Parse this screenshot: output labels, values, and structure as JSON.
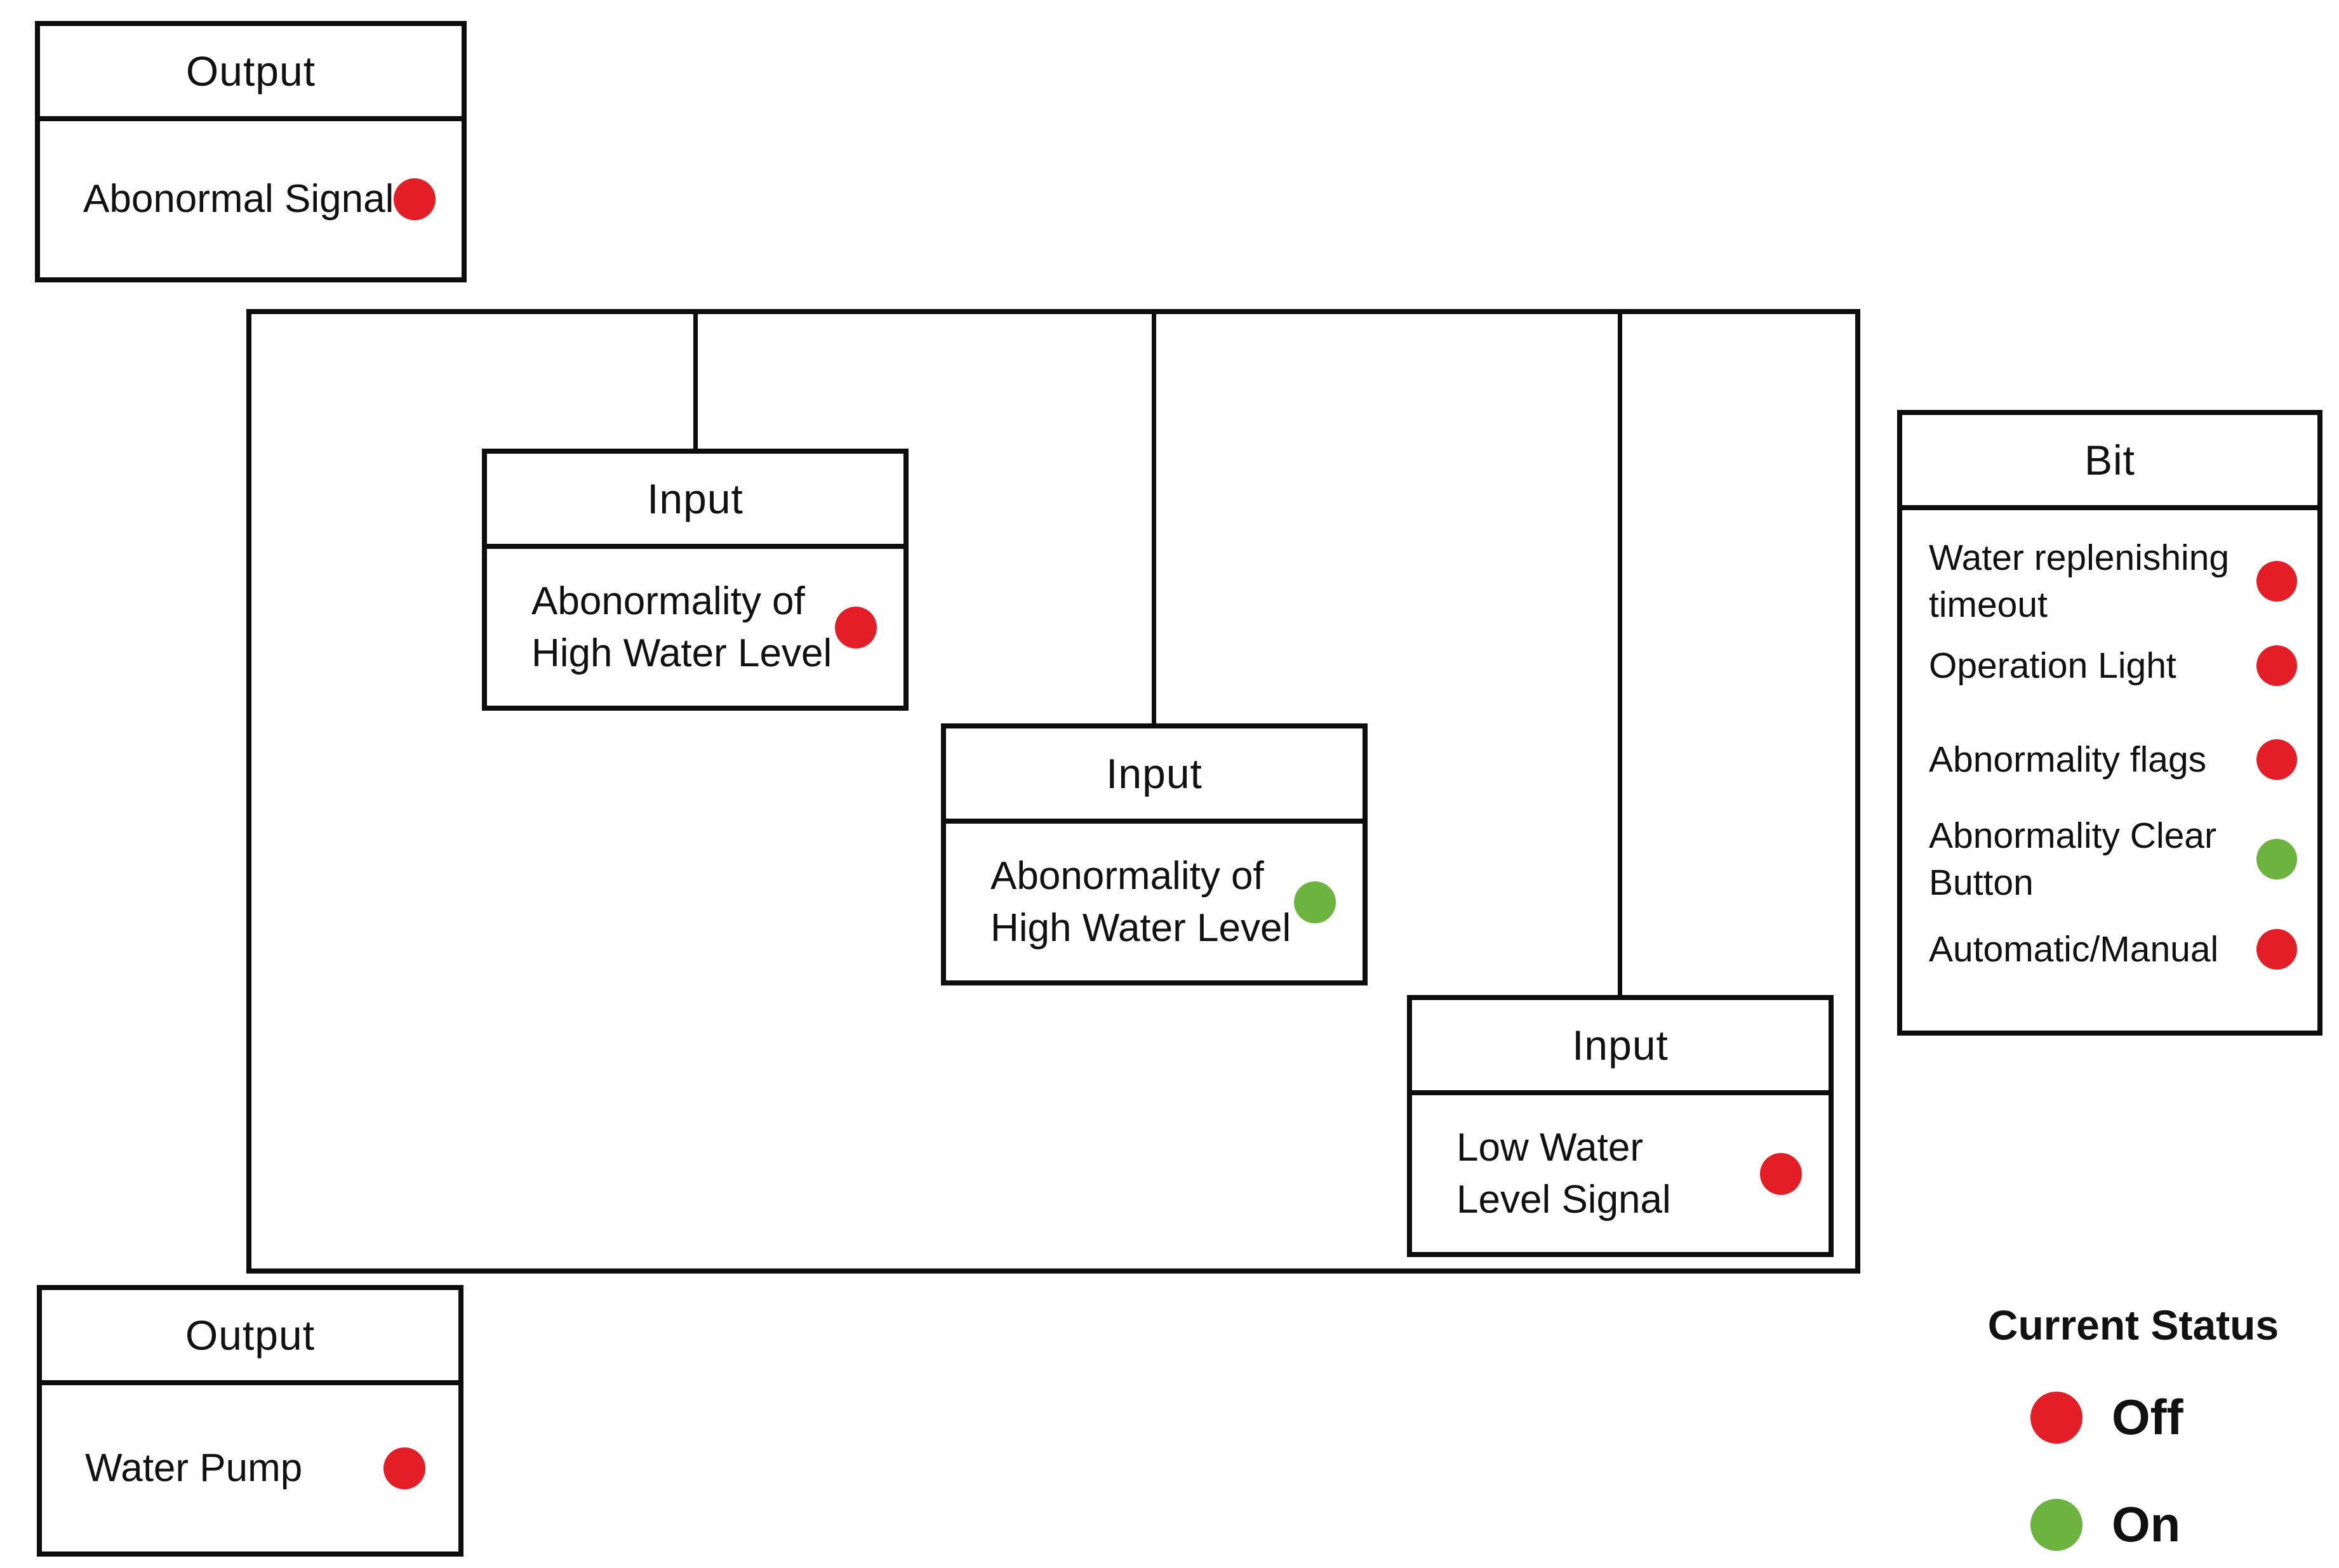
{
  "colors": {
    "off": "#e41e26",
    "on": "#6cb33f",
    "stroke": "#0d0d0d"
  },
  "boxes": {
    "output_top": {
      "title": "Output",
      "label": "Abonormal Signal",
      "status": "off"
    },
    "input_high_water_1": {
      "title": "Input",
      "line1": "Abonormality of",
      "line2": "High Water Level",
      "status": "off"
    },
    "input_high_water_2": {
      "title": "Input",
      "line1": "Abonormality of",
      "line2": "High Water Level",
      "status": "on"
    },
    "input_low_water": {
      "title": "Input",
      "line1": "Low Water",
      "line2": "Level Signal",
      "status": "off"
    },
    "output_bottom": {
      "title": "Output",
      "label": "Water Pump",
      "status": "off"
    },
    "bit": {
      "title": "Bit",
      "rows": [
        {
          "line1": "Water replenishing",
          "line2": "timeout",
          "status": "off"
        },
        {
          "line1": "Operation Light",
          "line2": "",
          "status": "off"
        },
        {
          "line1": "Abnormality flags",
          "line2": "",
          "status": "off"
        },
        {
          "line1": "Abnormality Clear",
          "line2": "Button",
          "status": "on"
        },
        {
          "line1": "Automatic/Manual",
          "line2": "",
          "status": "off"
        }
      ]
    }
  },
  "legend": {
    "title": "Current Status",
    "items": [
      {
        "label": "Off",
        "status": "off"
      },
      {
        "label": "On",
        "status": "on"
      }
    ]
  }
}
